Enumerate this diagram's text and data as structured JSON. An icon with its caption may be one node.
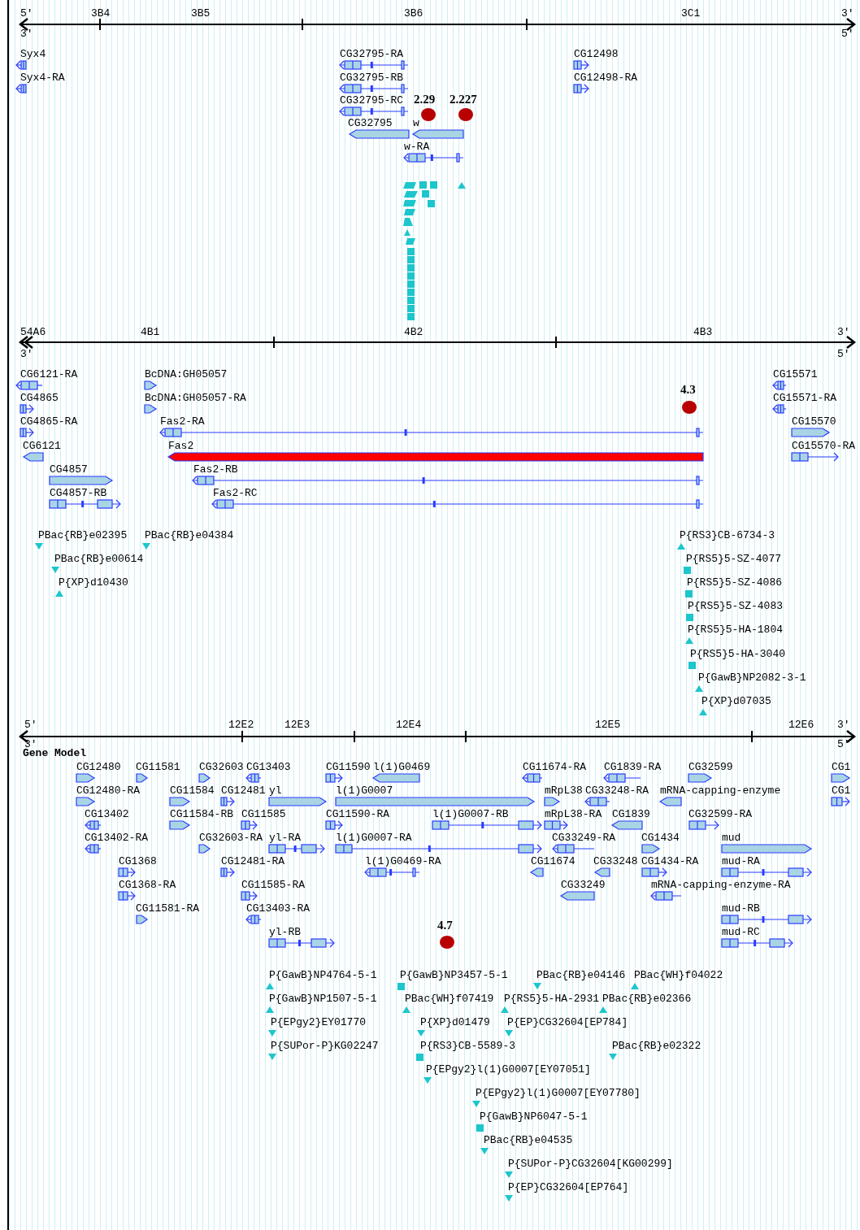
{
  "diagram": {
    "labels": [
      "5′",
      "3B4",
      "3B5",
      "3B6",
      "3C1",
      "3′",
      "3′",
      "5′",
      "Syx4",
      "CG32795-RA",
      "CG12498",
      "Syx4-RA",
      "CG32795-RB",
      "CG12498-RA",
      "CG32795-RC",
      "2.29",
      "2.227",
      "CG32795",
      "w",
      "w-RA",
      "54A6",
      "4B1",
      "4B2",
      "4B3",
      "3′",
      "3′",
      "5′",
      "CG6121-RA",
      "BcDNA:GH05057",
      "CG15571",
      "4.3",
      "CG4865",
      "BcDNA:GH05057-RA",
      "CG15571-RA",
      "CG4865-RA",
      "Fas2-RA",
      "CG15570",
      "CG6121",
      "Fas2",
      "CG15570-RA",
      "CG4857",
      "Fas2-RB",
      "CG4857-RB",
      "Fas2-RC",
      "PBac{RB}e02395",
      "PBac{RB}e04384",
      "P{RS3}CB-6734-3",
      "PBac{RB}e00614",
      "P{RS5}5-SZ-4077",
      "P{XP}d10430",
      "P{RS5}5-SZ-4086",
      "P{RS5}5-SZ-4083",
      "P{RS5}5-HA-1804",
      "P{RS5}5-HA-3040",
      "P{GawB}NP2082-3-1",
      "P{XP}d07035",
      "5′",
      "12E2",
      "12E3",
      "12E4",
      "12E5",
      "12E6",
      "3′",
      "3′",
      "5′",
      "Gene Model",
      "CG12480",
      "CG11581",
      "CG32603",
      "CG13403",
      "CG11590",
      "l(1)G0469",
      "CG11674-RA",
      "CG1839-RA",
      "CG32599",
      "CG1",
      "CG12480-RA",
      "CG11584",
      "CG12481",
      "yl",
      "l(1)G0007",
      "mRpL38",
      "CG33248-RA",
      "mRNA-capping-enzyme",
      "CG1",
      "CG13402",
      "CG11584-RB",
      "CG11585",
      "CG11590-RA",
      "l(1)G0007-RB",
      "mRpL38-RA",
      "CG1839",
      "CG32599-RA",
      "CG13402-RA",
      "CG32603-RA",
      "yl-RA",
      "l(1)G0007-RA",
      "CG33249-RA",
      "CG1434",
      "mud",
      "CG1368",
      "CG12481-RA",
      "l(1)G0469-RA",
      "CG11674",
      "CG33248",
      "CG1434-RA",
      "mud-RA",
      "CG1368-RA",
      "CG11585-RA",
      "CG33249",
      "mRNA-capping-enzyme-RA",
      "CG11581-RA",
      "CG13403-RA",
      "mud-RB",
      "4.7",
      "yl-RB",
      "mud-RC",
      "P{GawB}NP4764-5-1",
      "P{GawB}NP3457-5-1",
      "PBac{RB}e04146",
      "PBac{WH}f04022",
      "P{GawB}NP1507-5-1",
      "PBac{WH}f07419",
      "P{RS5}5-HA-2931",
      "PBac{RB}e02366",
      "P{EPgy2}EY01770",
      "P{XP}d01479",
      "P{EP}CG32604[EP784]",
      "P{SUPor-P}KG02247",
      "P{RS3}CB-5589-3",
      "PBac{RB}e02322",
      "P{EPgy2}l(1)G0007[EY07051]",
      "P{EPgy2}l(1)G0007[EY07780]",
      "P{GawB}NP6047-5-1",
      "PBac{RB}e04535",
      "P{SUPor-P}CG32604[KG00299]",
      "P{EP}CG32604[EP764]"
    ]
  }
}
